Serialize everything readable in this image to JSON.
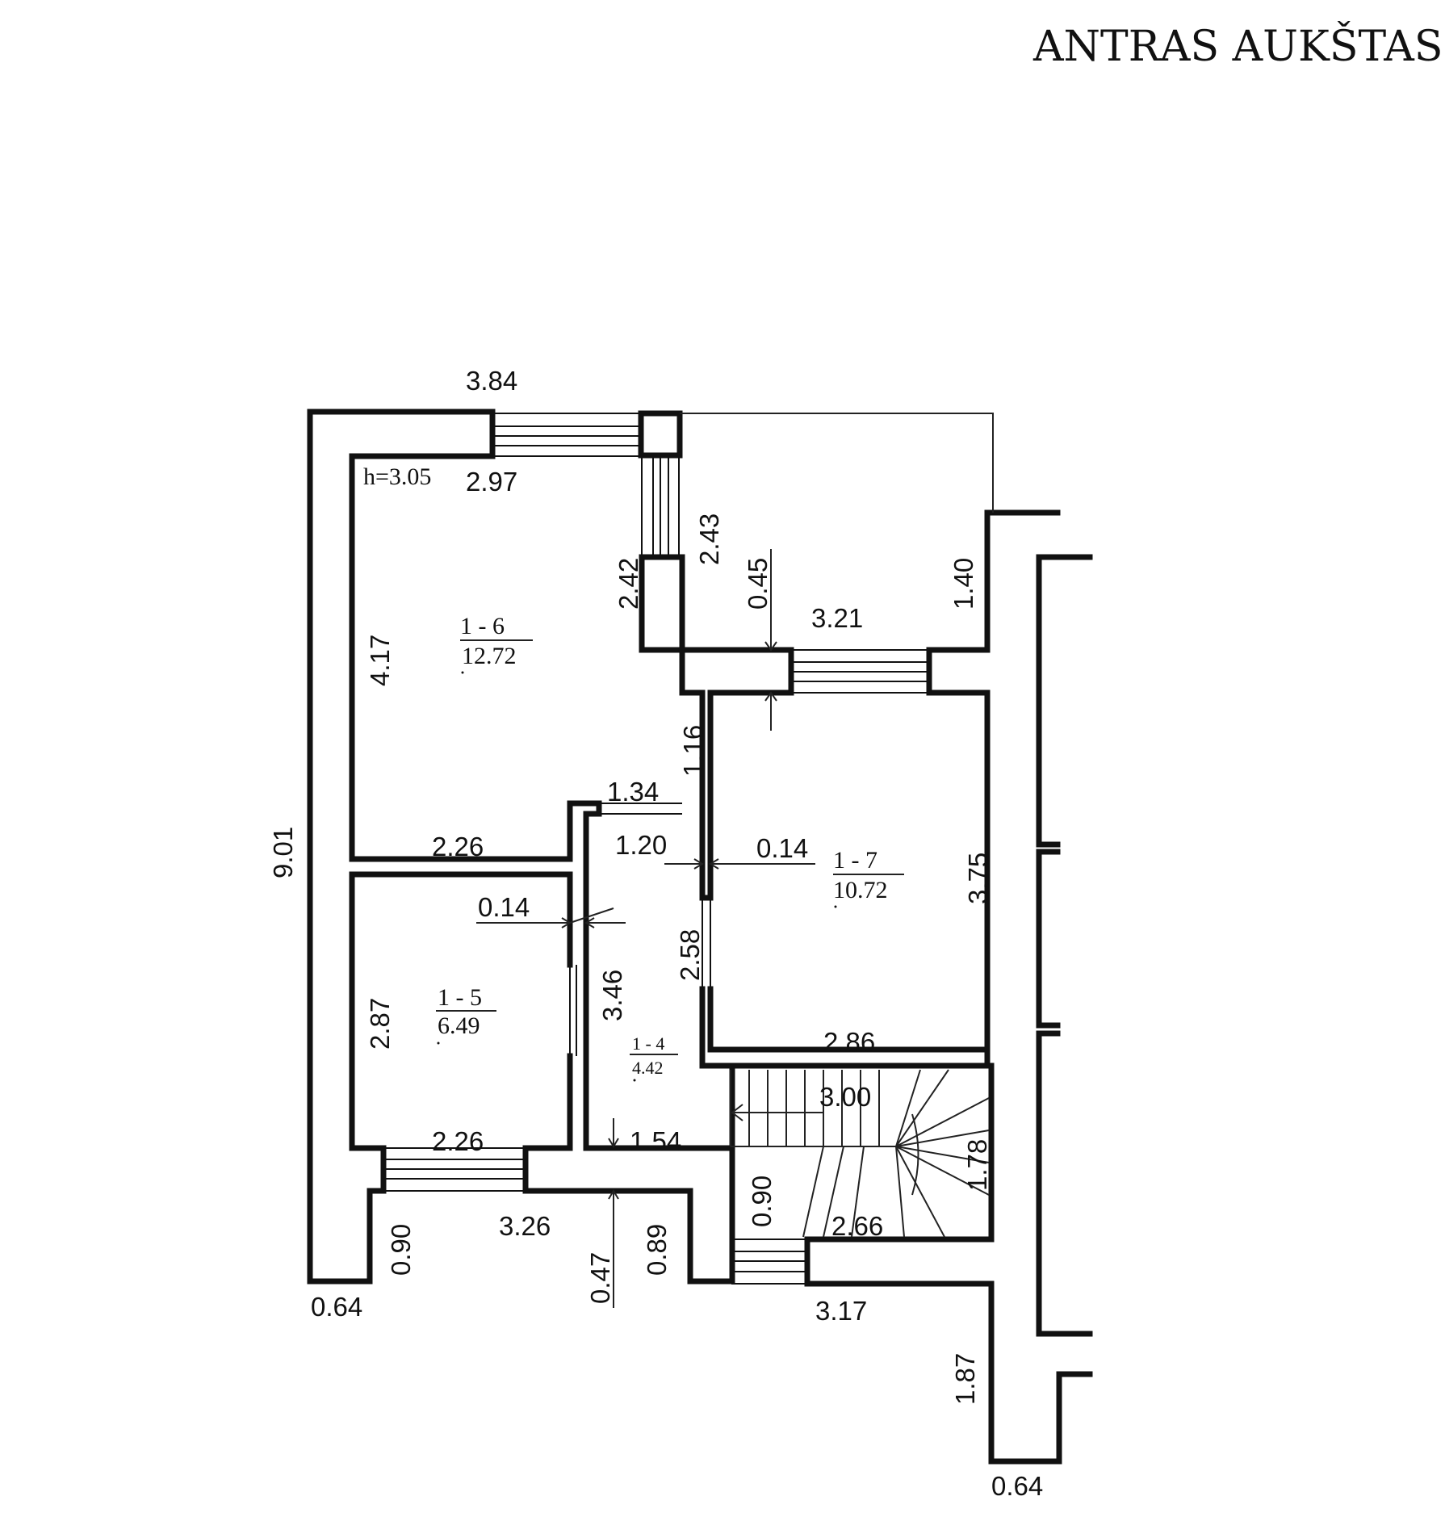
{
  "title": "ANTRAS AUKŠTAS",
  "height_label": "h=3.05",
  "rooms": [
    {
      "id": "1 - 6",
      "area": "12.72"
    },
    {
      "id": "1 - 7",
      "area": "10.72"
    },
    {
      "id": "1 - 5",
      "area": "6.49"
    },
    {
      "id": "1 - 4",
      "area": "4.42"
    }
  ],
  "dimensions": {
    "top_overall": "3.84",
    "room6_width": "2.97",
    "window_right_2_43": "2.43",
    "room6_right_2_42": "2.42",
    "offset_0_45": "0.45",
    "room7_top_3_21": "3.21",
    "right_1_40": "1.40",
    "room6_height": "4.17",
    "overall_height": "9.01",
    "door_1_16": "1.16",
    "hall_1_34": "1.34",
    "room6_bottom": "2.26",
    "hall_1_20": "1.20",
    "wall_0_14_a": "0.14",
    "wall_0_14_b": "0.14",
    "room7_height": "3.75",
    "hall_2_58": "2.58",
    "hall_3_46": "3.46",
    "room5_height": "2.87",
    "room7_bottom": "2.86",
    "stairs_3_00": "3.00",
    "hall_1_54": "1.54",
    "room5_bottom": "2.26",
    "stairs_1_78": "1.78",
    "stairs_0_90": "0.90",
    "stairs_2_66": "2.66",
    "bottom_3_26": "3.26",
    "left_0_90": "0.90",
    "bottom_0_47": "0.47",
    "bottom_0_89": "0.89",
    "left_0_64": "0.64",
    "bottom_3_17": "3.17",
    "right_1_87": "1.87",
    "right_0_64": "0.64"
  }
}
